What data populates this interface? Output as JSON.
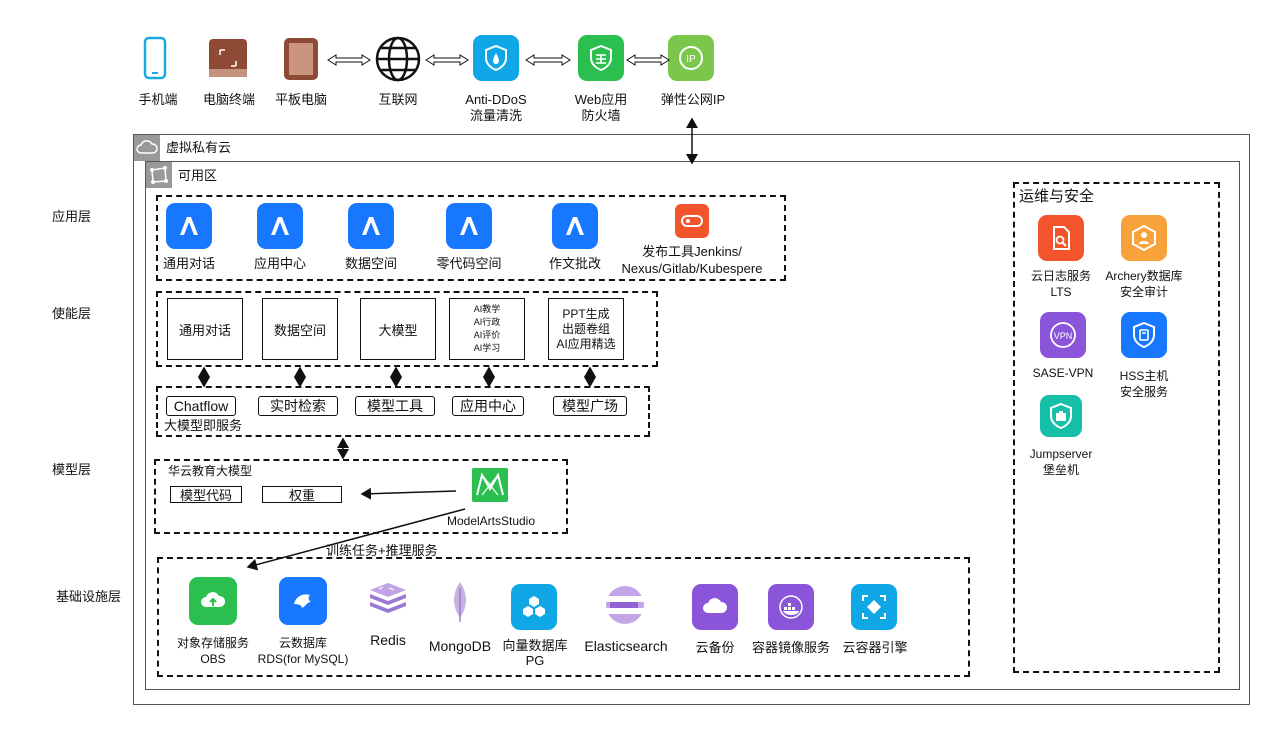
{
  "top_chain": {
    "phone": "手机端",
    "pc": "电脑终端",
    "tablet": "平板电脑",
    "internet": "互联网",
    "ddos_1": "Anti-DDoS",
    "ddos_2": "流量清洗",
    "waf_1": "Web应用",
    "waf_2": "防火墙",
    "eip": "弹性公网IP"
  },
  "containers": {
    "vpc": "虚拟私有云",
    "az": "可用区"
  },
  "layers": {
    "app": "应用层",
    "enable": "使能层",
    "model": "模型层",
    "infra": "基础设施层"
  },
  "app_layer": {
    "items": [
      "通用对话",
      "应用中心",
      "数据空间",
      "零代码空间",
      "作文批改"
    ],
    "release_1": "发布工具Jenkins/",
    "release_2": "Nexus/Gitlab/Kubespere"
  },
  "enable_layer": {
    "boxes": [
      "通用对话",
      "数据空间",
      "大模型"
    ],
    "ai_list": [
      "AI教学",
      "AI行政",
      "AI评价",
      "AI学习"
    ],
    "ppt": [
      "PPT生成",
      "出题卷组",
      "AI应用精选"
    ]
  },
  "maas": {
    "pills": [
      "Chatflow",
      "实时检索",
      "模型工具",
      "应用中心",
      "模型广场"
    ],
    "title": "大模型即服务"
  },
  "model_layer": {
    "title": "华云教育大模型",
    "code": "模型代码",
    "weights": "权重",
    "studio": "ModelArtsStudio",
    "edge": "训练任务+推理服务"
  },
  "infra": {
    "obs_1": "对象存储服务",
    "obs_2": "OBS",
    "rds_1": "云数据库",
    "rds_2": "RDS(for MySQL)",
    "redis": "Redis",
    "mongo": "MongoDB",
    "vec_1": "向量数据库",
    "vec_2": "PG",
    "es": "Elasticsearch",
    "backup": "云备份",
    "swr": "容器镜像服务",
    "cce": "云容器引擎"
  },
  "ops": {
    "title": "运维与安全",
    "lts_1": "云日志服务",
    "lts_2": "LTS",
    "archery_1": "Archery数据库",
    "archery_2": "安全审计",
    "vpn": "SASE-VPN",
    "hss_1": "HSS主机",
    "hss_2": "安全服务",
    "jump_1": "Jumpserver",
    "jump_2": "堡垒机"
  },
  "colors": {
    "blue_app": "#1777ff",
    "orange_red": "#f2552c",
    "green": "#2bbf4f",
    "cyan": "#0fa7e6",
    "purple": "#8a55d9",
    "teal": "#16bfa8",
    "brown": "#8f4a36"
  }
}
